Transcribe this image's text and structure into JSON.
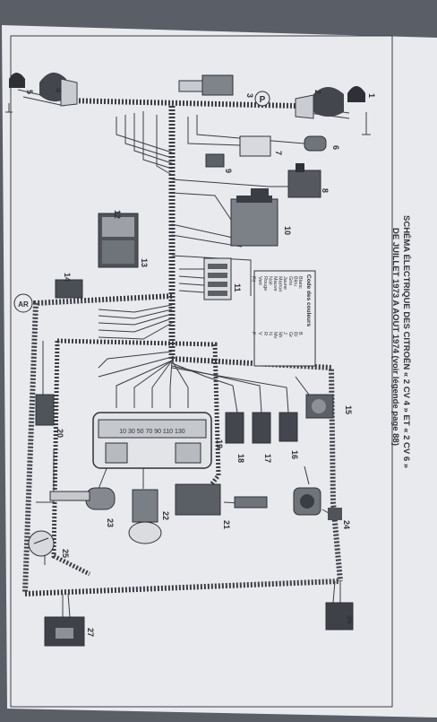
{
  "title": {
    "line1": "SCHÉMA ÉLECTRIQUE DES CITROËN « 2 CV 4 » ET « 2 CV 6 »",
    "line2": "DE JUILLET 1973 A AOUT 1974 (voir légende page 88)"
  },
  "badges": {
    "p": "P",
    "ar": "AR"
  },
  "component_numbers": [
    "1",
    "2",
    "3",
    "4",
    "5",
    "6",
    "7",
    "8",
    "9",
    "10",
    "11",
    "12",
    "13",
    "14",
    "15",
    "16",
    "17",
    "18",
    "19",
    "20",
    "21",
    "22",
    "23",
    "24",
    "25",
    "26",
    "27"
  ],
  "legend": {
    "header": "Code des couleurs",
    "rows": [
      {
        "name": "Blanc",
        "code": "B"
      },
      {
        "name": "Bleu",
        "code": "Bl"
      },
      {
        "name": "Gris",
        "code": "Gr"
      },
      {
        "name": "Jaune",
        "code": "J"
      },
      {
        "name": "Marron",
        "code": "Mr"
      },
      {
        "name": "Mauve",
        "code": "Mv"
      },
      {
        "name": "Noir",
        "code": "N"
      },
      {
        "name": "Rouge",
        "code": "R"
      },
      {
        "name": "Vert",
        "code": "V"
      }
    ],
    "fil_label": "Fil",
    "fil_code": "F"
  },
  "speedometer": {
    "scale": "10 30 50 70 90 110 130"
  },
  "colors": {
    "paper": "#e9ebef",
    "ink": "#3a3d44",
    "background": "#5a5e66"
  }
}
